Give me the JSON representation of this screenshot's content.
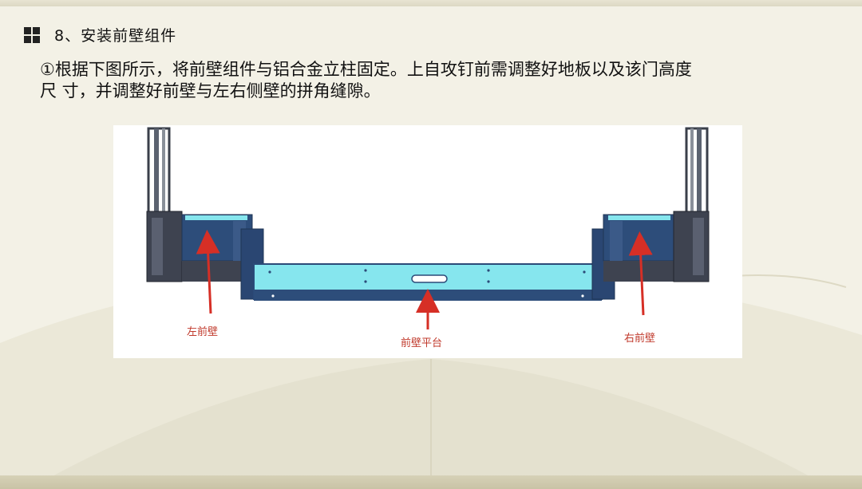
{
  "slide": {
    "title": "8、安装前壁组件",
    "paragraph_line1": "①根据下图所示，将前壁组件与铝合金立柱固定。上自攻钉前需调整好地板以及该门高度",
    "paragraph_line2": "尺 寸，并调整好前壁与左右侧壁的拼角缝隙。"
  },
  "figure": {
    "label_left": "左前壁",
    "label_center": "前壁平台",
    "label_right": "右前壁"
  },
  "icons": {
    "title_icon": "grid-icon"
  },
  "colors": {
    "label_red": "#c0392b",
    "arrow_red": "#d62f26",
    "panel_blue": "#2d4d7a",
    "highlight_cyan": "#86e6ee"
  }
}
